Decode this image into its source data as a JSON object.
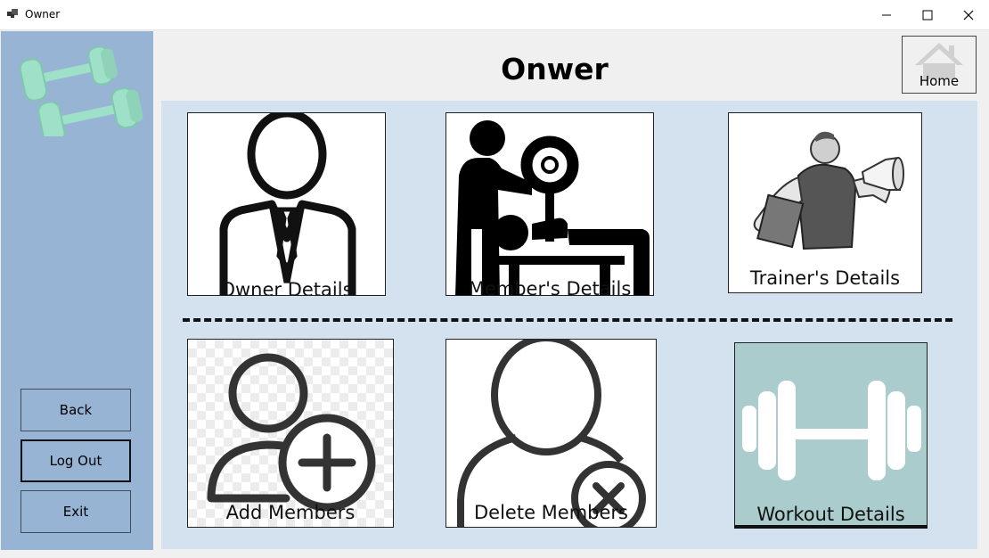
{
  "window": {
    "title": "Owner"
  },
  "header": {
    "title": "Onwer"
  },
  "home_button": {
    "label": "Home"
  },
  "sidebar": {
    "buttons": [
      {
        "id": "back",
        "label": "Back"
      },
      {
        "id": "logout",
        "label": "Log Out"
      },
      {
        "id": "exit",
        "label": "Exit"
      }
    ]
  },
  "cards": {
    "owner_details": "Owner Details",
    "members_details": "Member's Details",
    "trainers_details": "Trainer's Details",
    "add_members": "Add Members",
    "delete_members": "Delete Members",
    "workout_details": "Workout Details"
  },
  "colors": {
    "sidebar": "#98b4d4",
    "panel": "#d4e2f0",
    "workout_card": "#abcccc",
    "dumbbell_logo": "#9ee0c8"
  }
}
